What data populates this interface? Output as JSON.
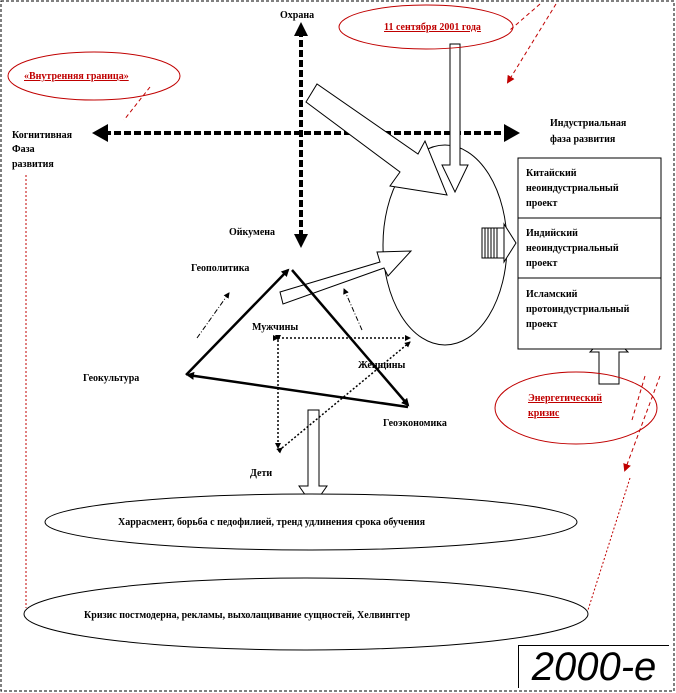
{
  "labels": {
    "ohrana": "Охрана",
    "sept11": "11 сентября 2001 года",
    "inner_border": "«Внутренняя граница»",
    "cognitive_1": "Когнитивная",
    "cognitive_2": "Фаза",
    "cognitive_3": "развития",
    "industrial_1": "Индустриальная",
    "industrial_2": "фаза развития",
    "ecumene": "Ойкумена",
    "geopolitics": "Геополитика",
    "men": "Мужчины",
    "women": "Женщины",
    "geoculture": "Геокультура",
    "geoeconomics": "Геоэкономика",
    "children": "Дети",
    "energy_crisis_1": "Энергетический",
    "energy_crisis_2": "кризис",
    "ellipse1_text": "Харрасмент, борьба с педофилией, тренд удлинения срока обучения",
    "ellipse2_text": "Кризис постмодерна, рекламы, выхолащивание сущностей, Хелвинггер",
    "period": "2000-е"
  },
  "projects": [
    {
      "line1": "Китайский",
      "line2": "неоиндустриальный",
      "line3": "проект"
    },
    {
      "line1": "Индийский",
      "line2": "неоиндустриальный",
      "line3": "проект"
    },
    {
      "line1": "Исламский",
      "line2": "протоиндустриальный",
      "line3": "проект"
    }
  ],
  "colors": {
    "accent": "#c00000",
    "ink": "#000000"
  }
}
